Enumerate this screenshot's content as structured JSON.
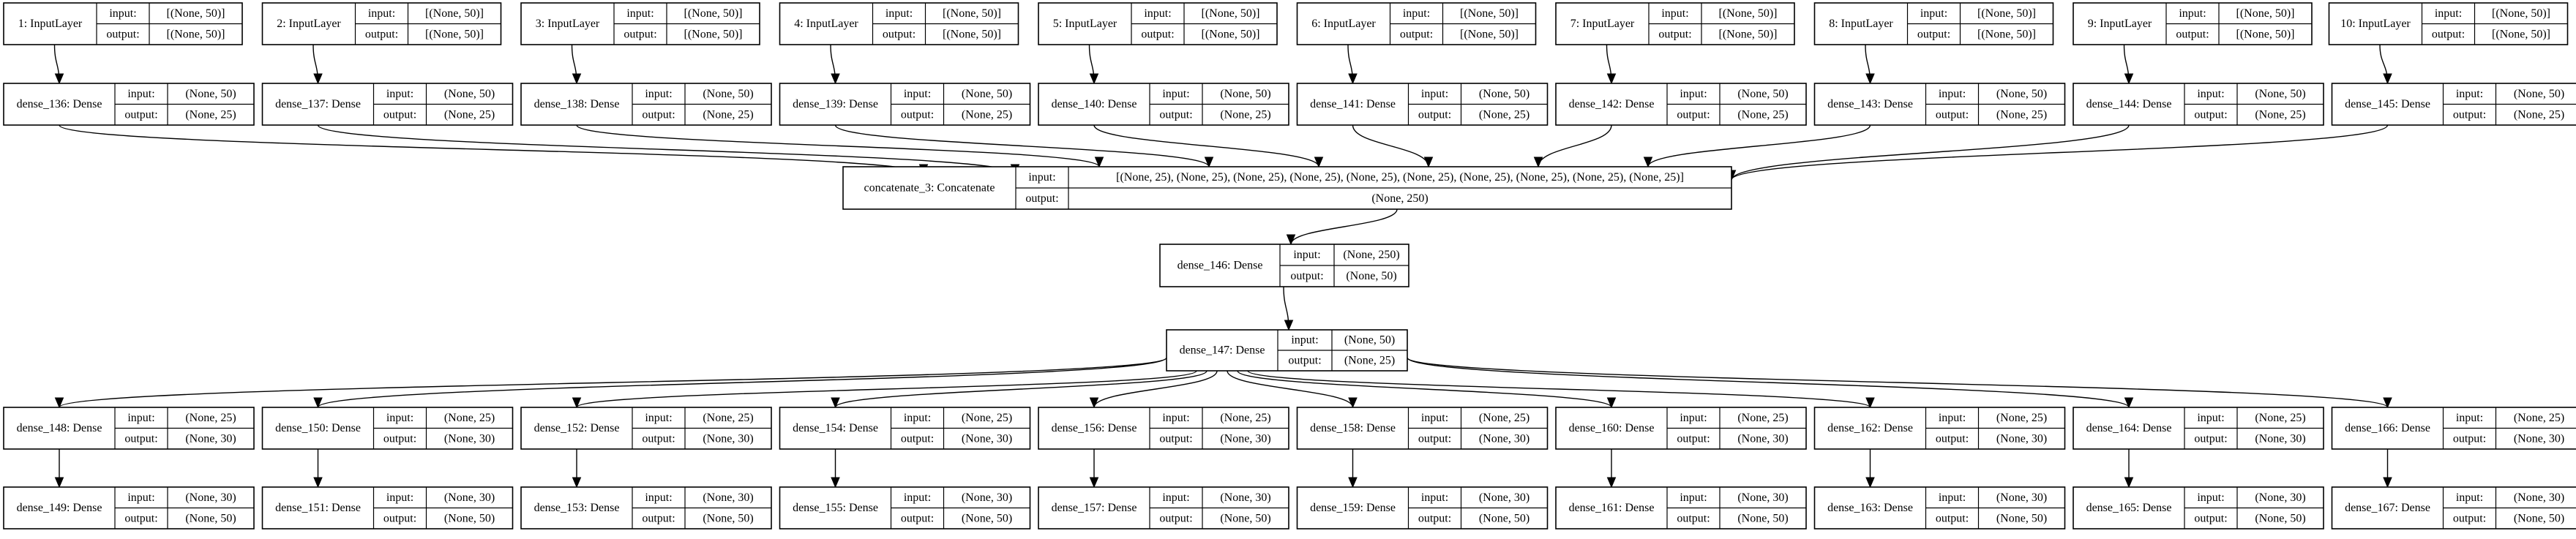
{
  "graph": {
    "nodes": [
      {
        "id": "in1",
        "name": "1: InputLayer",
        "input_label": "input:",
        "input": "[(None, 50)]",
        "output_label": "output:",
        "output": "[(None, 50)]"
      },
      {
        "id": "in2",
        "name": "2: InputLayer",
        "input_label": "input:",
        "input": "[(None, 50)]",
        "output_label": "output:",
        "output": "[(None, 50)]"
      },
      {
        "id": "in3",
        "name": "3: InputLayer",
        "input_label": "input:",
        "input": "[(None, 50)]",
        "output_label": "output:",
        "output": "[(None, 50)]"
      },
      {
        "id": "in4",
        "name": "4: InputLayer",
        "input_label": "input:",
        "input": "[(None, 50)]",
        "output_label": "output:",
        "output": "[(None, 50)]"
      },
      {
        "id": "in5",
        "name": "5: InputLayer",
        "input_label": "input:",
        "input": "[(None, 50)]",
        "output_label": "output:",
        "output": "[(None, 50)]"
      },
      {
        "id": "in6",
        "name": "6: InputLayer",
        "input_label": "input:",
        "input": "[(None, 50)]",
        "output_label": "output:",
        "output": "[(None, 50)]"
      },
      {
        "id": "in7",
        "name": "7: InputLayer",
        "input_label": "input:",
        "input": "[(None, 50)]",
        "output_label": "output:",
        "output": "[(None, 50)]"
      },
      {
        "id": "in8",
        "name": "8: InputLayer",
        "input_label": "input:",
        "input": "[(None, 50)]",
        "output_label": "output:",
        "output": "[(None, 50)]"
      },
      {
        "id": "in9",
        "name": "9: InputLayer",
        "input_label": "input:",
        "input": "[(None, 50)]",
        "output_label": "output:",
        "output": "[(None, 50)]"
      },
      {
        "id": "in10",
        "name": "10: InputLayer",
        "input_label": "input:",
        "input": "[(None, 50)]",
        "output_label": "output:",
        "output": "[(None, 50)]"
      },
      {
        "id": "d136",
        "name": "dense_136: Dense",
        "input_label": "input:",
        "input": "(None, 50)",
        "output_label": "output:",
        "output": "(None, 25)"
      },
      {
        "id": "d137",
        "name": "dense_137: Dense",
        "input_label": "input:",
        "input": "(None, 50)",
        "output_label": "output:",
        "output": "(None, 25)"
      },
      {
        "id": "d138",
        "name": "dense_138: Dense",
        "input_label": "input:",
        "input": "(None, 50)",
        "output_label": "output:",
        "output": "(None, 25)"
      },
      {
        "id": "d139",
        "name": "dense_139: Dense",
        "input_label": "input:",
        "input": "(None, 50)",
        "output_label": "output:",
        "output": "(None, 25)"
      },
      {
        "id": "d140",
        "name": "dense_140: Dense",
        "input_label": "input:",
        "input": "(None, 50)",
        "output_label": "output:",
        "output": "(None, 25)"
      },
      {
        "id": "d141",
        "name": "dense_141: Dense",
        "input_label": "input:",
        "input": "(None, 50)",
        "output_label": "output:",
        "output": "(None, 25)"
      },
      {
        "id": "d142",
        "name": "dense_142: Dense",
        "input_label": "input:",
        "input": "(None, 50)",
        "output_label": "output:",
        "output": "(None, 25)"
      },
      {
        "id": "d143",
        "name": "dense_143: Dense",
        "input_label": "input:",
        "input": "(None, 50)",
        "output_label": "output:",
        "output": "(None, 25)"
      },
      {
        "id": "d144",
        "name": "dense_144: Dense",
        "input_label": "input:",
        "input": "(None, 50)",
        "output_label": "output:",
        "output": "(None, 25)"
      },
      {
        "id": "d145",
        "name": "dense_145: Dense",
        "input_label": "input:",
        "input": "(None, 50)",
        "output_label": "output:",
        "output": "(None, 25)"
      },
      {
        "id": "cat",
        "name": "concatenate_3: Concatenate",
        "input_label": "input:",
        "input": "[(None, 25), (None, 25), (None, 25), (None, 25), (None, 25), (None, 25), (None, 25), (None, 25), (None, 25), (None, 25)]",
        "output_label": "output:",
        "output": "(None, 250)"
      },
      {
        "id": "d146",
        "name": "dense_146: Dense",
        "input_label": "input:",
        "input": "(None, 250)",
        "output_label": "output:",
        "output": "(None, 50)"
      },
      {
        "id": "d147",
        "name": "dense_147: Dense",
        "input_label": "input:",
        "input": "(None, 50)",
        "output_label": "output:",
        "output": "(None, 25)"
      },
      {
        "id": "d148",
        "name": "dense_148: Dense",
        "input_label": "input:",
        "input": "(None, 25)",
        "output_label": "output:",
        "output": "(None, 30)"
      },
      {
        "id": "d150",
        "name": "dense_150: Dense",
        "input_label": "input:",
        "input": "(None, 25)",
        "output_label": "output:",
        "output": "(None, 30)"
      },
      {
        "id": "d152",
        "name": "dense_152: Dense",
        "input_label": "input:",
        "input": "(None, 25)",
        "output_label": "output:",
        "output": "(None, 30)"
      },
      {
        "id": "d154",
        "name": "dense_154: Dense",
        "input_label": "input:",
        "input": "(None, 25)",
        "output_label": "output:",
        "output": "(None, 30)"
      },
      {
        "id": "d156",
        "name": "dense_156: Dense",
        "input_label": "input:",
        "input": "(None, 25)",
        "output_label": "output:",
        "output": "(None, 30)"
      },
      {
        "id": "d158",
        "name": "dense_158: Dense",
        "input_label": "input:",
        "input": "(None, 25)",
        "output_label": "output:",
        "output": "(None, 30)"
      },
      {
        "id": "d160",
        "name": "dense_160: Dense",
        "input_label": "input:",
        "input": "(None, 25)",
        "output_label": "output:",
        "output": "(None, 30)"
      },
      {
        "id": "d162",
        "name": "dense_162: Dense",
        "input_label": "input:",
        "input": "(None, 25)",
        "output_label": "output:",
        "output": "(None, 30)"
      },
      {
        "id": "d164",
        "name": "dense_164: Dense",
        "input_label": "input:",
        "input": "(None, 25)",
        "output_label": "output:",
        "output": "(None, 30)"
      },
      {
        "id": "d166",
        "name": "dense_166: Dense",
        "input_label": "input:",
        "input": "(None, 25)",
        "output_label": "output:",
        "output": "(None, 30)"
      },
      {
        "id": "d149",
        "name": "dense_149: Dense",
        "input_label": "input:",
        "input": "(None, 30)",
        "output_label": "output:",
        "output": "(None, 50)"
      },
      {
        "id": "d151",
        "name": "dense_151: Dense",
        "input_label": "input:",
        "input": "(None, 30)",
        "output_label": "output:",
        "output": "(None, 50)"
      },
      {
        "id": "d153",
        "name": "dense_153: Dense",
        "input_label": "input:",
        "input": "(None, 30)",
        "output_label": "output:",
        "output": "(None, 50)"
      },
      {
        "id": "d155",
        "name": "dense_155: Dense",
        "input_label": "input:",
        "input": "(None, 30)",
        "output_label": "output:",
        "output": "(None, 50)"
      },
      {
        "id": "d157",
        "name": "dense_157: Dense",
        "input_label": "input:",
        "input": "(None, 30)",
        "output_label": "output:",
        "output": "(None, 50)"
      },
      {
        "id": "d159",
        "name": "dense_159: Dense",
        "input_label": "input:",
        "input": "(None, 30)",
        "output_label": "output:",
        "output": "(None, 50)"
      },
      {
        "id": "d161",
        "name": "dense_161: Dense",
        "input_label": "input:",
        "input": "(None, 30)",
        "output_label": "output:",
        "output": "(None, 50)"
      },
      {
        "id": "d163",
        "name": "dense_163: Dense",
        "input_label": "input:",
        "input": "(None, 30)",
        "output_label": "output:",
        "output": "(None, 50)"
      },
      {
        "id": "d165",
        "name": "dense_165: Dense",
        "input_label": "input:",
        "input": "(None, 30)",
        "output_label": "output:",
        "output": "(None, 50)"
      },
      {
        "id": "d167",
        "name": "dense_167: Dense",
        "input_label": "input:",
        "input": "(None, 30)",
        "output_label": "output:",
        "output": "(None, 50)"
      }
    ],
    "edges": [
      [
        "in1",
        "d136"
      ],
      [
        "in2",
        "d137"
      ],
      [
        "in3",
        "d138"
      ],
      [
        "in4",
        "d139"
      ],
      [
        "in5",
        "d140"
      ],
      [
        "in6",
        "d141"
      ],
      [
        "in7",
        "d142"
      ],
      [
        "in8",
        "d143"
      ],
      [
        "in9",
        "d144"
      ],
      [
        "in10",
        "d145"
      ],
      [
        "d136",
        "cat"
      ],
      [
        "d137",
        "cat"
      ],
      [
        "d138",
        "cat"
      ],
      [
        "d139",
        "cat"
      ],
      [
        "d140",
        "cat"
      ],
      [
        "d141",
        "cat"
      ],
      [
        "d142",
        "cat"
      ],
      [
        "d143",
        "cat"
      ],
      [
        "d144",
        "cat"
      ],
      [
        "d145",
        "cat"
      ],
      [
        "cat",
        "d146"
      ],
      [
        "d146",
        "d147"
      ],
      [
        "d147",
        "d148"
      ],
      [
        "d147",
        "d150"
      ],
      [
        "d147",
        "d152"
      ],
      [
        "d147",
        "d154"
      ],
      [
        "d147",
        "d156"
      ],
      [
        "d147",
        "d158"
      ],
      [
        "d147",
        "d160"
      ],
      [
        "d147",
        "d162"
      ],
      [
        "d147",
        "d164"
      ],
      [
        "d147",
        "d166"
      ],
      [
        "d148",
        "d149"
      ],
      [
        "d150",
        "d151"
      ],
      [
        "d152",
        "d153"
      ],
      [
        "d154",
        "d155"
      ],
      [
        "d156",
        "d157"
      ],
      [
        "d158",
        "d159"
      ],
      [
        "d160",
        "d161"
      ],
      [
        "d162",
        "d163"
      ],
      [
        "d164",
        "d165"
      ],
      [
        "d166",
        "d167"
      ]
    ]
  }
}
